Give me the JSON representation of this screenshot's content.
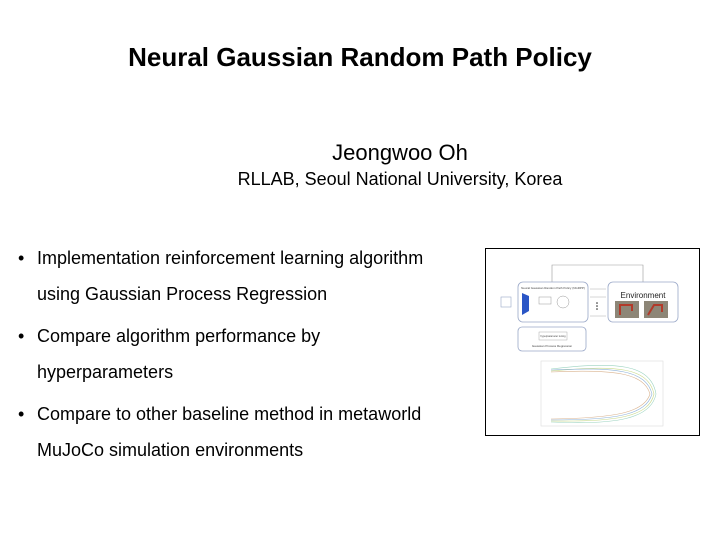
{
  "slide": {
    "title": "Neural Gaussian Random Path Policy",
    "author": "Jeongwoo Oh",
    "affiliation": "RLLAB, Seoul National University, Korea",
    "bullets": [
      {
        "line1": "Implementation reinforcement learning algorithm",
        "line2": "using Gaussian Process Regression"
      },
      {
        "line1": "Compare algorithm performance by",
        "line2": "hyperparameters"
      },
      {
        "line1": "Compare to other baseline method in metaworld",
        "line2": "MuJoCo simulation environments"
      }
    ]
  },
  "figure": {
    "policy_label": "Neural Gaussian Random Path Policy (NGRPP)",
    "environment_label": "Environment",
    "gpr_label": "Gaussian Process Regression",
    "hyper_label": "hyperparameter tuning",
    "colors": {
      "box": "#9aa8c8",
      "network": "#2a56c6",
      "robot": "#b23a2a"
    }
  }
}
